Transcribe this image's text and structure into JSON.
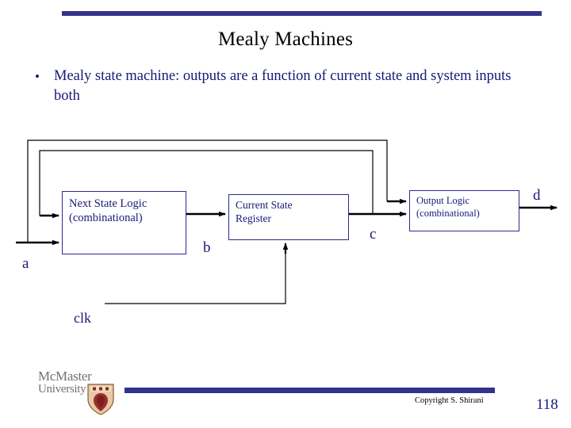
{
  "slide": {
    "title": "Mealy Machines",
    "bullet_marker": "•",
    "bullet_text": "Mealy state machine: outputs are a function of current state and system inputs both",
    "accent_color": "#33338c",
    "text_color": "#181878"
  },
  "diagram": {
    "blocks": [
      {
        "id": "next-state-logic",
        "line1": "Next State Logic",
        "line2": "(combinational)"
      },
      {
        "id": "current-state-reg",
        "line1": "Current State",
        "line2": "Register"
      },
      {
        "id": "output-logic",
        "line1": "Output Logic",
        "line2": "(combinational)"
      }
    ],
    "signals": {
      "input_a": "a",
      "next_state_b": "b",
      "current_state_c": "c",
      "output_d": "d",
      "clock": "clk"
    }
  },
  "footer": {
    "logo_line1": "McMaster",
    "logo_line2": "University",
    "copyright": "Copyright S. Shirani",
    "page_number": "118"
  }
}
